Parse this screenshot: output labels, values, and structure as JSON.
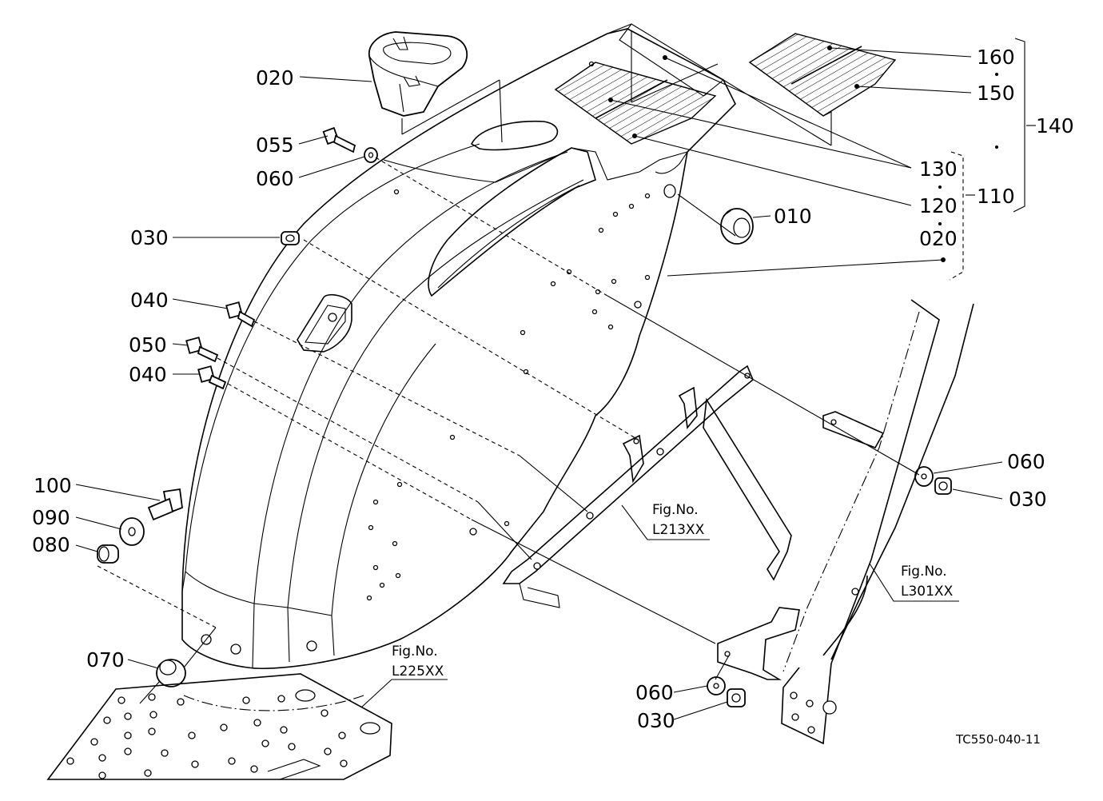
{
  "diagram": {
    "drawing_code": "TC550-040-11",
    "part_labels": {
      "p010": "010",
      "p020_cup": "020",
      "p020_assy": "020",
      "p030_top": "030",
      "p030_right": "030",
      "p030_bottom": "030",
      "p040_a": "040",
      "p040_b": "040",
      "p050": "050",
      "p055": "055",
      "p060_top": "060",
      "p060_right": "060",
      "p060_bottom": "060",
      "p070": "070",
      "p080": "080",
      "p090": "090",
      "p100": "100",
      "p110": "110",
      "p120": "120",
      "p130": "130",
      "p140": "140",
      "p150": "150",
      "p160": "160"
    },
    "figure_refs": {
      "l213": {
        "title": "Fig.No.",
        "code": "L213XX"
      },
      "l301": {
        "title": "Fig.No.",
        "code": "L301XX"
      },
      "l225": {
        "title": "Fig.No.",
        "code": "L225XX"
      }
    }
  }
}
